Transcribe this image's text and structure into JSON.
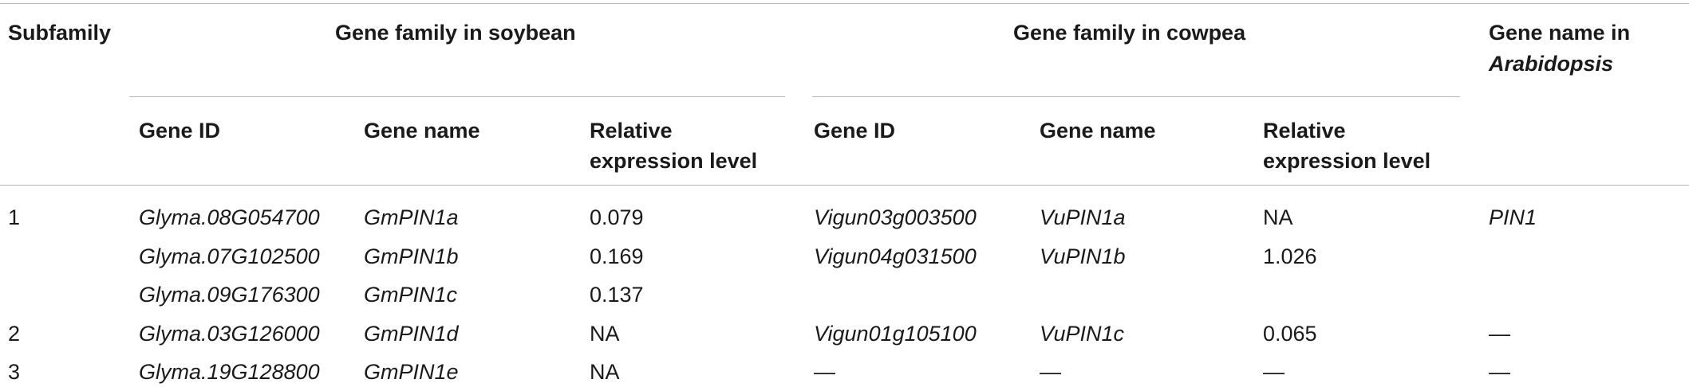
{
  "headers": {
    "subfamily": "Subfamily",
    "soybean_group": "Gene family in soybean",
    "cowpea_group": "Gene family in cowpea",
    "arabidopsis_line1": "Gene name in",
    "arabidopsis_line2": "Arabidopsis",
    "gene_id": "Gene ID",
    "gene_name": "Gene name",
    "rel_expr_line1": "Relative",
    "rel_expr_line2": "expression level"
  },
  "rows": [
    {
      "subfamily": "1",
      "soy_id": "Glyma.08G054700",
      "soy_name": "GmPIN1a",
      "soy_expr": "0.079",
      "cow_id": "Vigun03g003500",
      "cow_name": "VuPIN1a",
      "cow_expr": "NA",
      "arab": "PIN1"
    },
    {
      "subfamily": "",
      "soy_id": "Glyma.07G102500",
      "soy_name": "GmPIN1b",
      "soy_expr": "0.169",
      "cow_id": "Vigun04g031500",
      "cow_name": "VuPIN1b",
      "cow_expr": "1.026",
      "arab": ""
    },
    {
      "subfamily": "",
      "soy_id": "Glyma.09G176300",
      "soy_name": "GmPIN1c",
      "soy_expr": "0.137",
      "cow_id": "",
      "cow_name": "",
      "cow_expr": "",
      "arab": ""
    },
    {
      "subfamily": "2",
      "soy_id": "Glyma.03G126000",
      "soy_name": "GmPIN1d",
      "soy_expr": "NA",
      "cow_id": "Vigun01g105100",
      "cow_name": "VuPIN1c",
      "cow_expr": "0.065",
      "arab": "—"
    },
    {
      "subfamily": "3",
      "soy_id": "Glyma.19G128800",
      "soy_name": "GmPIN1e",
      "soy_expr": "NA",
      "cow_id": "—",
      "cow_name": "—",
      "cow_expr": "—",
      "arab": "—"
    }
  ]
}
